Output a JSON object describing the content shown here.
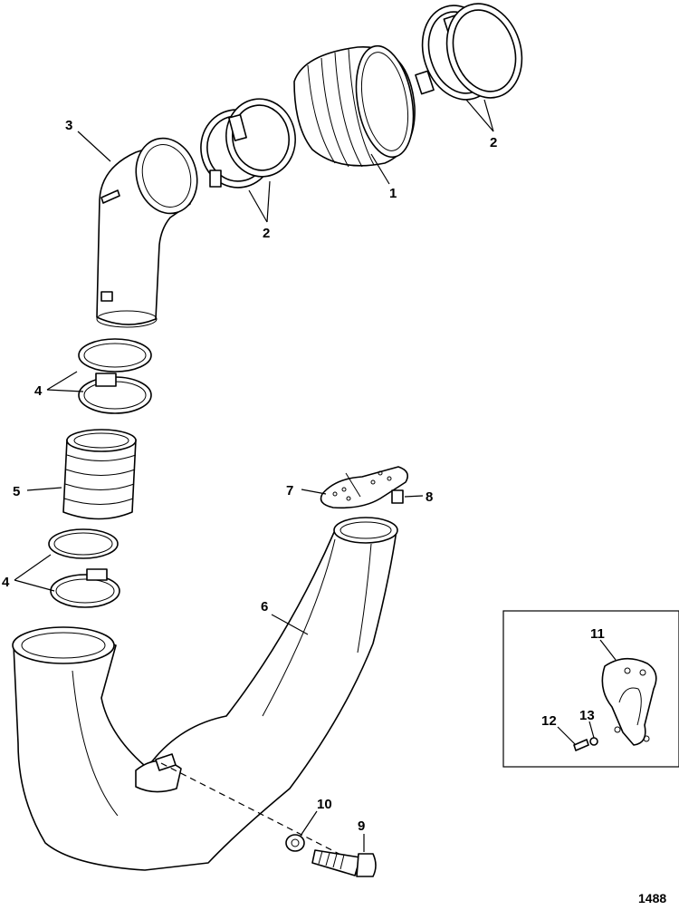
{
  "figure_number": "1488",
  "callouts": [
    {
      "key": "c1",
      "label": "1"
    },
    {
      "key": "c2a",
      "label": "2"
    },
    {
      "key": "c2b",
      "label": "2"
    },
    {
      "key": "c3",
      "label": "3"
    },
    {
      "key": "c4a",
      "label": "4"
    },
    {
      "key": "c4b",
      "label": "4"
    },
    {
      "key": "c5",
      "label": "5"
    },
    {
      "key": "c6",
      "label": "6"
    },
    {
      "key": "c7",
      "label": "7"
    },
    {
      "key": "c8",
      "label": "8"
    },
    {
      "key": "c9",
      "label": "9"
    },
    {
      "key": "c10",
      "label": "10"
    },
    {
      "key": "c11",
      "label": "11"
    },
    {
      "key": "c12",
      "label": "12"
    },
    {
      "key": "c13",
      "label": "13"
    }
  ]
}
